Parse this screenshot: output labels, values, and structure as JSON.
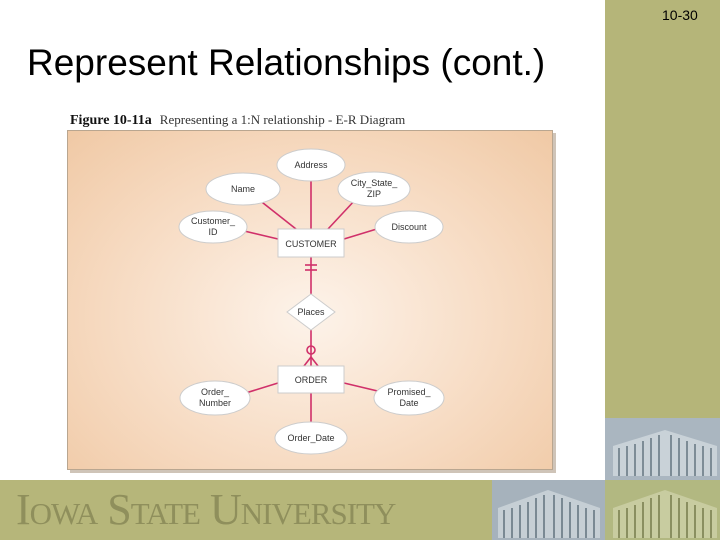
{
  "slide_number": "10-30",
  "title": "Represent Relationships (cont.)",
  "figure": {
    "label": "Figure 10-11a",
    "caption": "Representing a 1:N relationship - E-R Diagram"
  },
  "entities": {
    "customer": "CUSTOMER",
    "order": "ORDER"
  },
  "relationship": "Places",
  "customer_attributes": {
    "address": "Address",
    "name": "Name",
    "city_state_zip": [
      "City_State_",
      "ZIP"
    ],
    "customer_id": [
      "Customer_",
      "ID"
    ],
    "discount": "Discount"
  },
  "order_attributes": {
    "order_number": [
      "Order_",
      "Number"
    ],
    "promised_date": [
      "Promised_",
      "Date"
    ],
    "order_date": "Order_Date"
  },
  "footer": {
    "university": "Iowa State University"
  },
  "colors": {
    "sidebar": "#b5b579",
    "footer": "#b6b67a",
    "connector": "#d0306a",
    "panel": "#f5d9c0"
  }
}
